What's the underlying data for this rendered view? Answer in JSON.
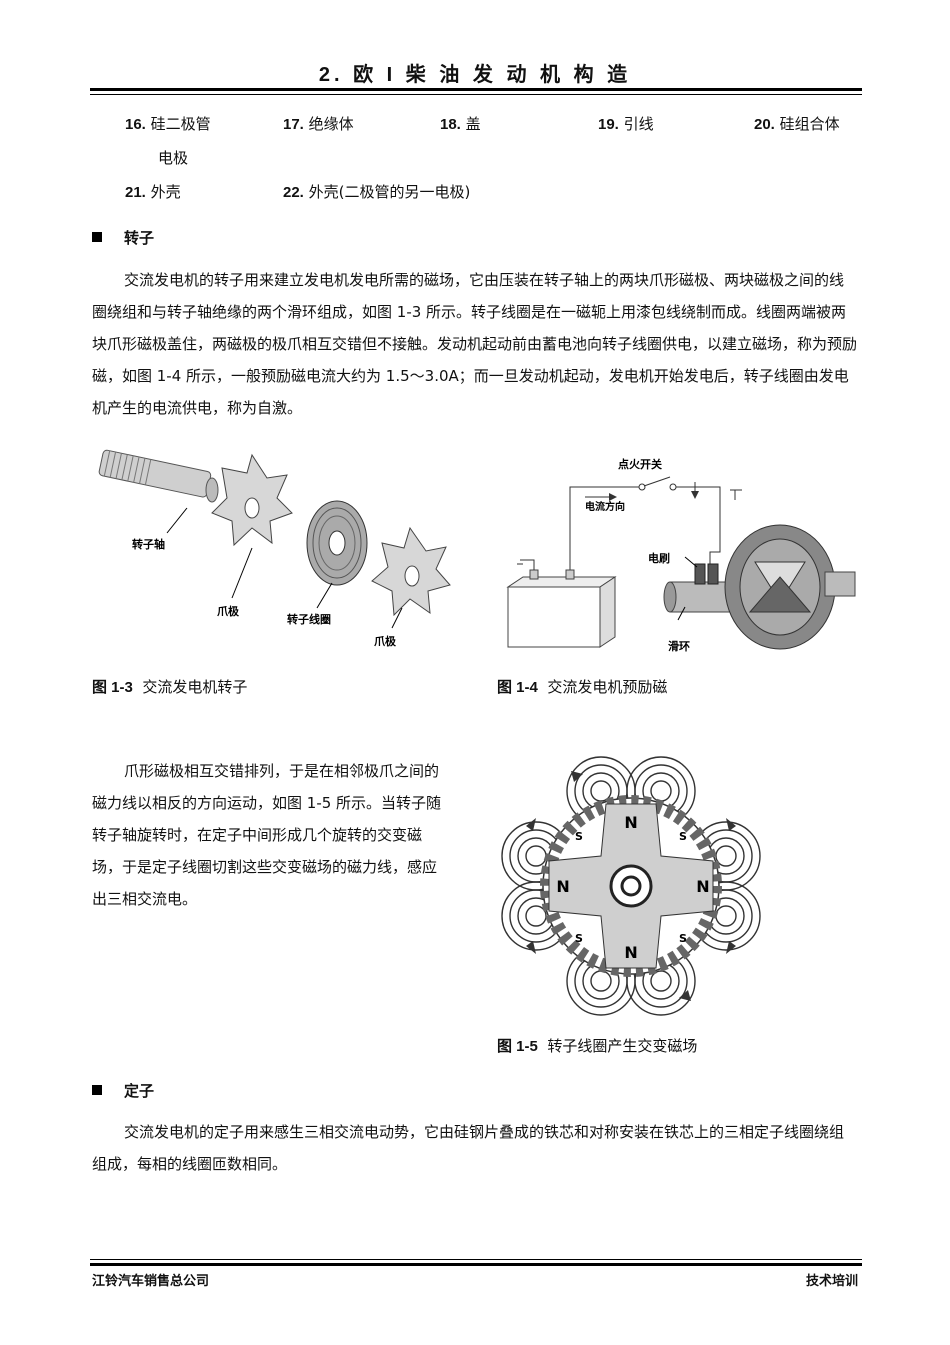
{
  "header": {
    "title": "2. 欧 I 柴 油 发 动 机 构 造"
  },
  "parts_list": [
    {
      "num": "16.",
      "text": "硅二极管"
    },
    {
      "num": "17.",
      "text": "绝缘体"
    },
    {
      "num": "18.",
      "text": "盖"
    },
    {
      "num": "19.",
      "text": "引线"
    },
    {
      "num": "20.",
      "text": "硅组合体"
    },
    {
      "num": "",
      "text": "电极"
    },
    {
      "num": "21.",
      "text": "外壳"
    },
    {
      "num": "22.",
      "text": "外壳(二极管的另一电极)"
    }
  ],
  "section_rotor": {
    "heading": "转子",
    "paragraph": "交流发电机的转子用来建立发电机发电所需的磁场，它由压装在转子轴上的两块爪形磁极、两块磁极之间的线圈绕组和与转子轴绝缘的两个滑环组成，如图 1-3 所示。转子线圈是在一磁轭上用漆包线绕制而成。线圈两端被两块爪形磁极盖住，两磁极的极爪相互交错但不接触。发动机起动前由蓄电池向转子线圈供电，以建立磁场，称为预励磁，如图 1-4 所示，一般预励磁电流大约为 1.5～3.0A；而一旦发动机起动，发电机开始发电后，转子线圈由发电机产生的电流供电，称为自激。"
  },
  "figure_1_3": {
    "labels": {
      "shaft": "转子轴",
      "claw1": "爪极",
      "coil": "转子线圈",
      "claw2": "爪极"
    },
    "caption_num": "图 1-3",
    "caption_text": "交流发电机转子"
  },
  "figure_1_4": {
    "labels": {
      "switch": "点火开关",
      "current": "电流方向",
      "brush": "电刷",
      "slip_ring": "滑环"
    },
    "caption_num": "图 1-4",
    "caption_text": "交流发电机预励磁"
  },
  "para_claw": "爪形磁极相互交错排列，于是在相邻极爪之间的磁力线以相反的方向运动，如图 1-5 所示。当转子随转子轴旋转时，在定子中间形成几个旋转的交变磁场，于是定子线圈切割这些交变磁场的磁力线，感应出三相交流电。",
  "figure_1_5": {
    "poles": {
      "n": "N",
      "s": "S"
    },
    "caption_num": "图 1-5",
    "caption_text": "转子线圈产生交变磁场"
  },
  "section_stator": {
    "heading": "定子",
    "paragraph": "交流发电机的定子用来感生三相交流电动势，它由硅钢片叠成的铁芯和对称安装在铁芯上的三相定子线圈绕组组成，每相的线圈匝数相同。"
  },
  "footer": {
    "left": "江铃汽车销售总公司",
    "right": "技术培训"
  }
}
